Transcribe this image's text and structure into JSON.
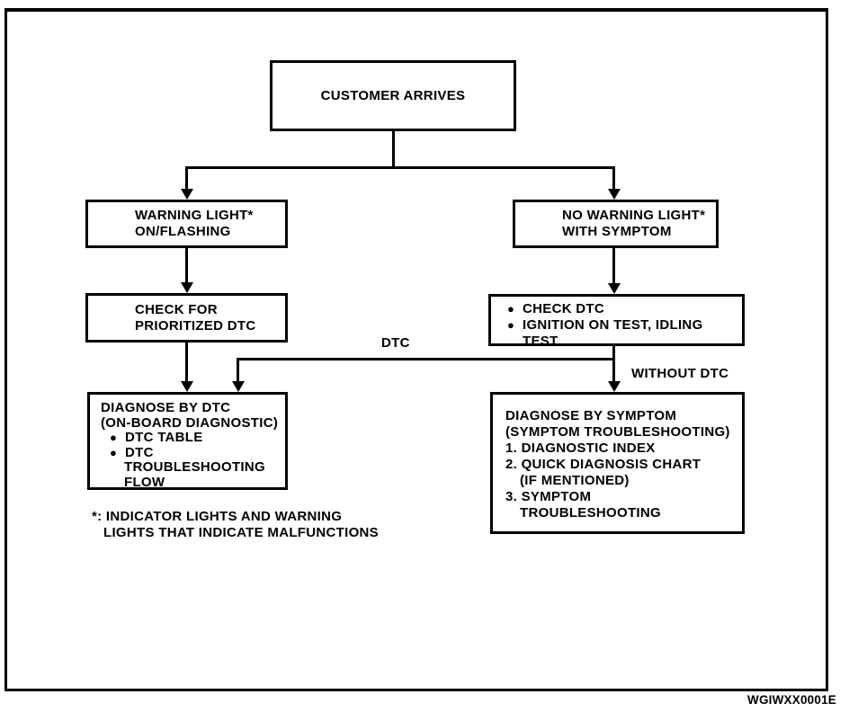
{
  "page": {
    "background": "#ffffff",
    "ink": "#000000",
    "code_label": "WGIWXX0001E"
  },
  "flowchart": {
    "customer": {
      "title": "CUSTOMER ARRIVES"
    },
    "warning_light": {
      "line1": "WARNING LIGHT*",
      "line2": "ON/FLASHING"
    },
    "no_warning_light": {
      "line1": "NO WARNING LIGHT*",
      "line2": "WITH SYMPTOM"
    },
    "check_prioritized": {
      "line1": "CHECK FOR",
      "line2": "PRIORITIZED DTC"
    },
    "check_dtc": {
      "bullet": "●",
      "item1": "CHECK DTC",
      "item2_line1": "IGNITION ON TEST, IDLING",
      "item2_line2": "TEST"
    },
    "diagnose_dtc": {
      "title": "DIAGNOSE BY DTC",
      "subtitle": "(ON-BOARD DIAGNOSTIC)",
      "bullet": "●",
      "item1": "DTC TABLE",
      "item2_line1": "DTC",
      "item2_line2": "TROUBLESHOOTING",
      "item2_line3": "FLOW"
    },
    "diagnose_symptom": {
      "title": "DIAGNOSE BY SYMPTOM",
      "subtitle": "(SYMPTOM TROUBLESHOOTING)",
      "item1": "1. DIAGNOSTIC INDEX",
      "item2_line1": "2. QUICK DIAGNOSIS CHART",
      "item2_line2": "(IF MENTIONED)",
      "item3_line1": "3. SYMPTOM",
      "item3_line2": "TROUBLESHOOTING"
    },
    "edge_labels": {
      "dtc": "DTC",
      "without_dtc": "WITHOUT DTC"
    },
    "footnote": {
      "line1": "*: INDICATOR LIGHTS AND WARNING",
      "line2": "LIGHTS THAT INDICATE MALFUNCTIONS"
    }
  }
}
